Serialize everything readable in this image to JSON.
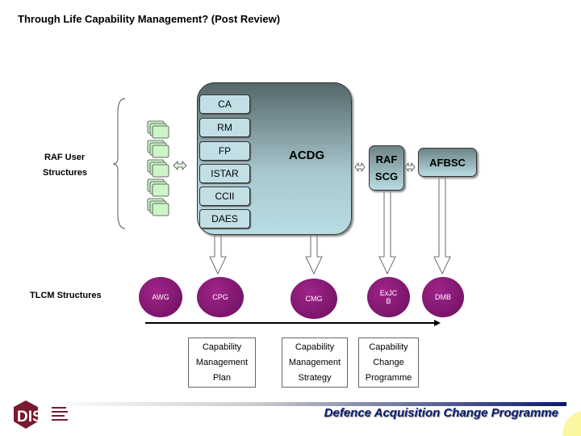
{
  "title": "Through Life Capability Management? (Post Review)",
  "left_labels": {
    "raf_user": "RAF User",
    "structures": "Structures",
    "tlcm": "TLCM Structures"
  },
  "acdg": {
    "label": "ACDG",
    "items": [
      "CA",
      "RM",
      "FP",
      "ISTAR",
      "CCII",
      "DAES"
    ]
  },
  "raf_scg": {
    "line1": "RAF",
    "line2": "SCG"
  },
  "afbsc": "AFBSC",
  "bodies": [
    {
      "id": "awg",
      "label": "AWG"
    },
    {
      "id": "cpg",
      "label": "CPG"
    },
    {
      "id": "cmg",
      "label": "CMG"
    },
    {
      "id": "exjcb",
      "label": "ExJC\nB"
    },
    {
      "id": "dmb",
      "label": "DMB"
    }
  ],
  "outputs": [
    [
      "Capability",
      "Management",
      "Plan"
    ],
    [
      "Capability",
      "Management",
      "Strategy"
    ],
    [
      "Capability",
      "Change",
      "Programme"
    ]
  ],
  "footer": {
    "text": "Defence Acquisition Change Programme",
    "logo": "DIS"
  },
  "colors": {
    "ellipse": "#7a1268",
    "footer_text": "#0a1a6e",
    "box_light": "#b8dde4",
    "stack_green": "#ccf5c8"
  }
}
